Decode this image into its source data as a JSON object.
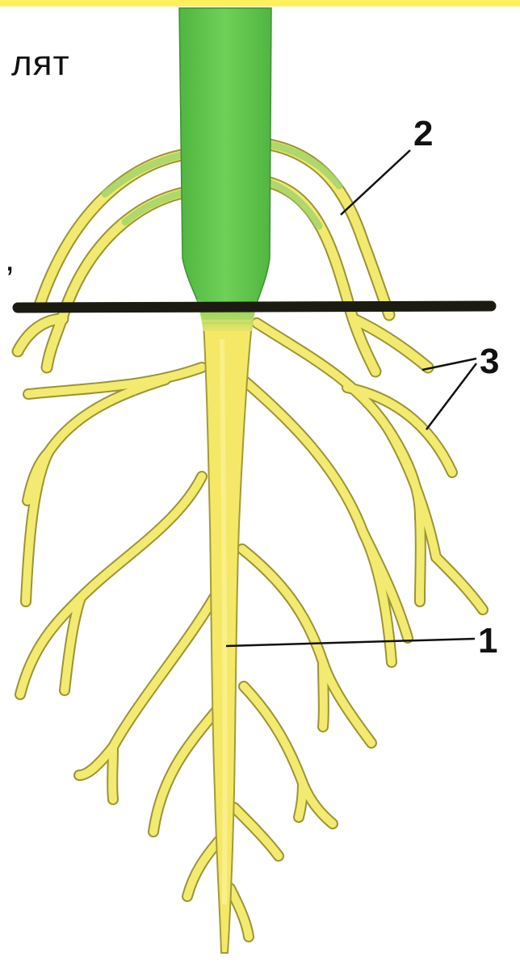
{
  "diagram": {
    "fragments": [
      "лят",
      ","
    ],
    "labels": [
      "1",
      "2",
      "3"
    ]
  },
  "colors": {
    "stem": "#5ec44a",
    "root": "#f5ec6a",
    "root_outline": "#a39a3a",
    "ground": "#1b1b12",
    "accent": "#fdf05a"
  }
}
